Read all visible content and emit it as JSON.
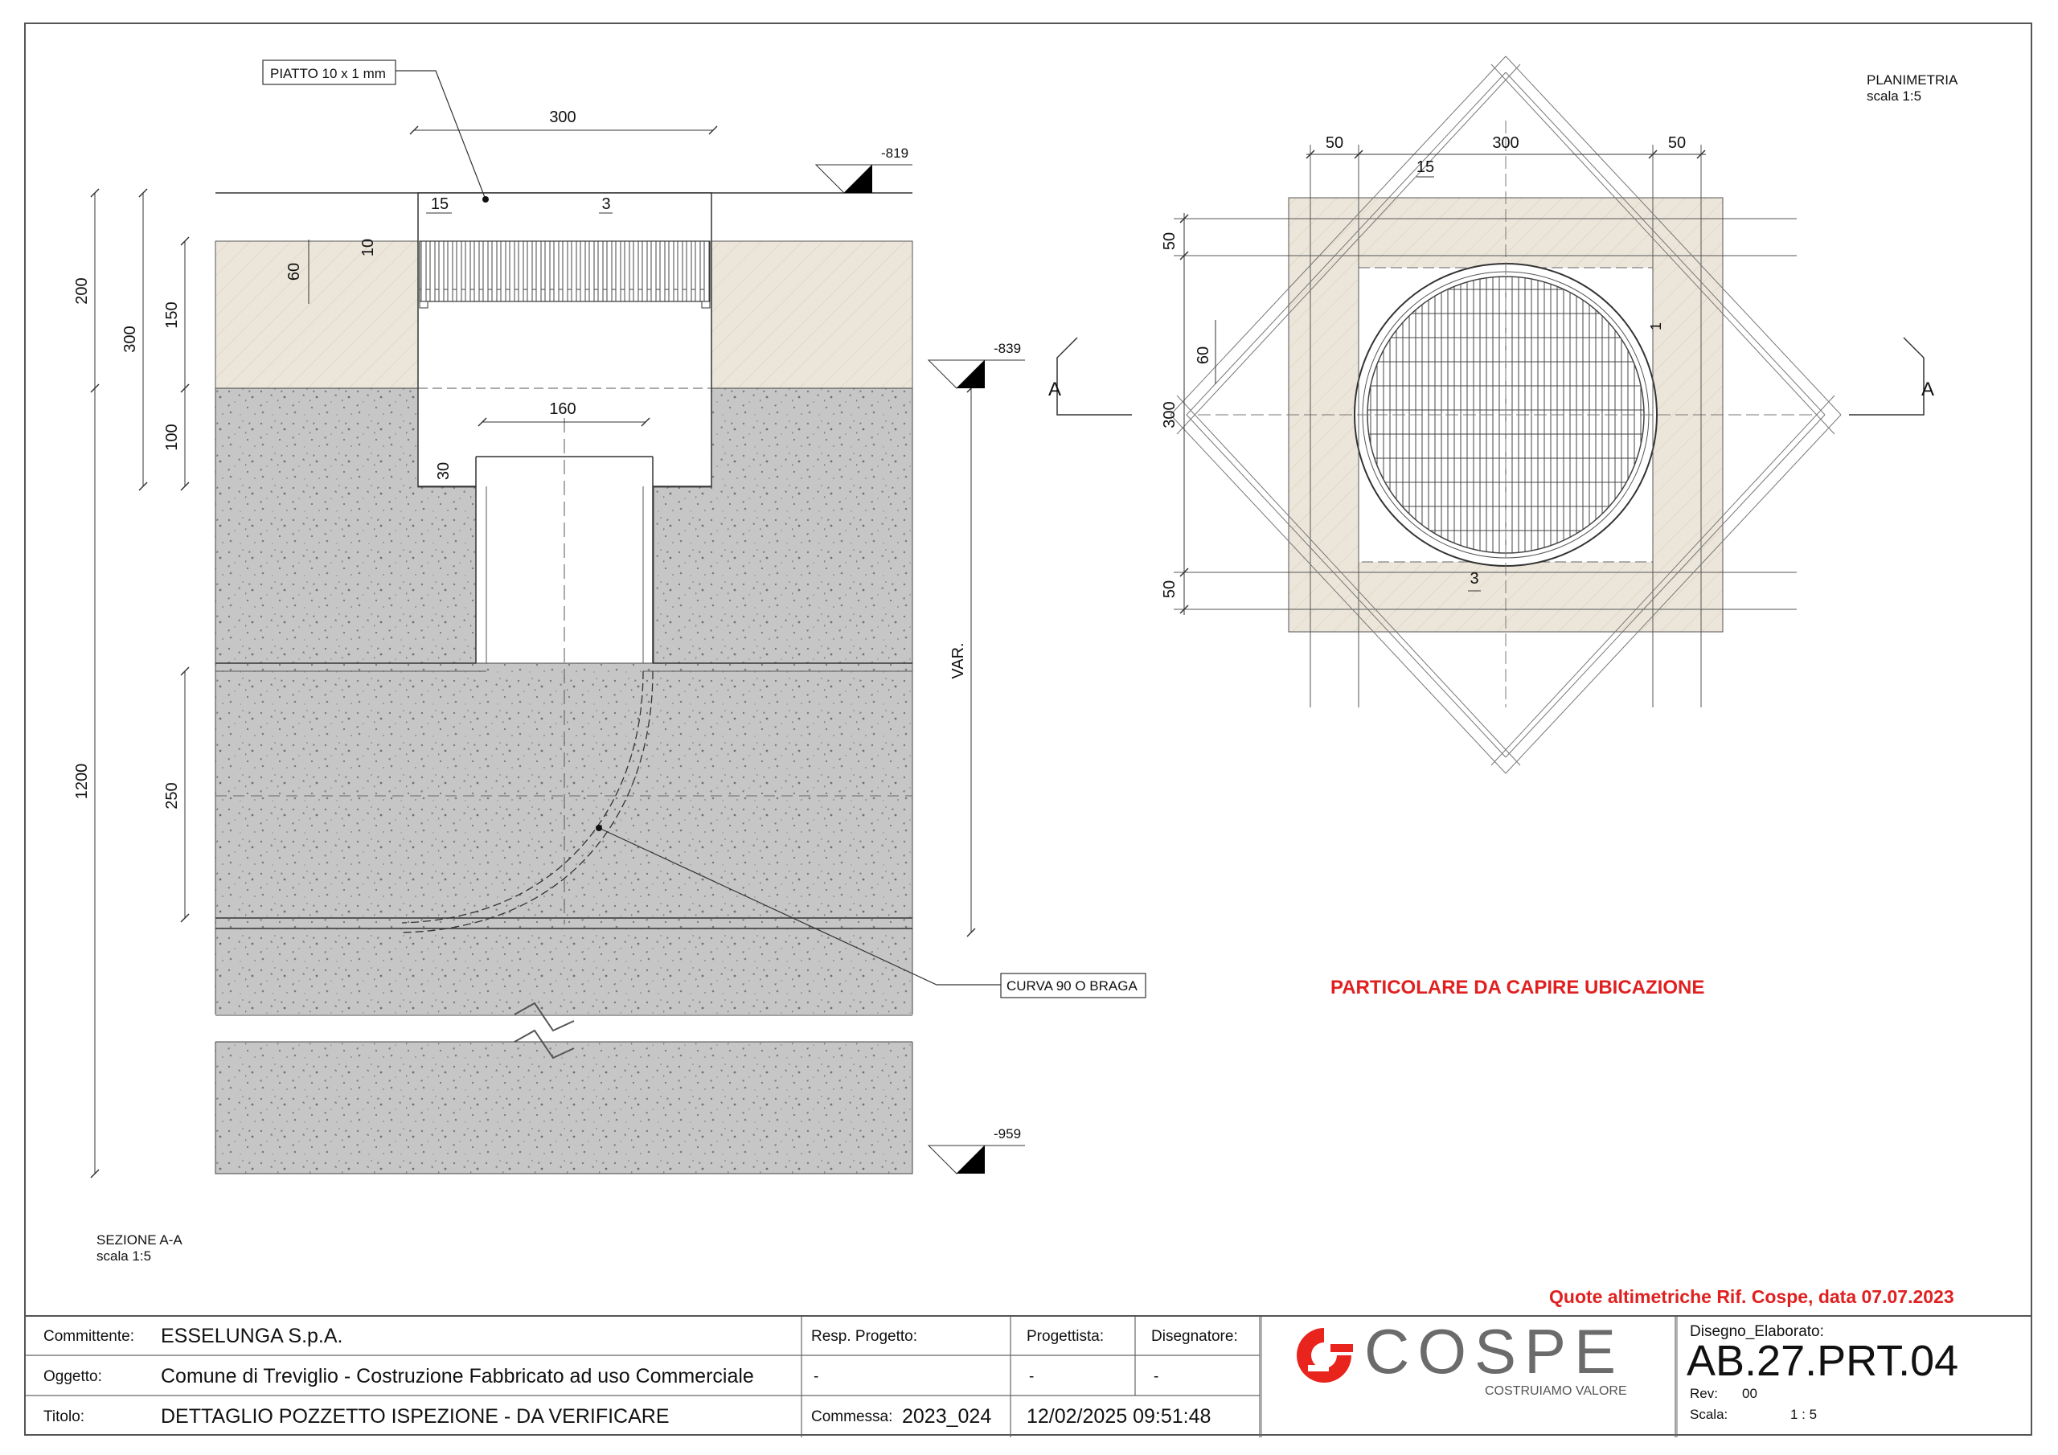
{
  "section": {
    "callout_top": "PIATTO 10 x 1 mm",
    "callout_bottom": "CURVA 90 O BRAGA",
    "title": "SEZIONE A-A",
    "scale": "scala 1:5",
    "dims": {
      "d300_top": "300",
      "d15": "15",
      "d3": "3",
      "d10": "10",
      "d60": "60",
      "d160": "160",
      "d30": "30",
      "dvar": "VAR.",
      "left_200": "200",
      "left_300": "300",
      "left_150": "150",
      "left_100": "100",
      "left_1200": "1200",
      "left_250": "250"
    },
    "levels": [
      "-819",
      "-839",
      "-959"
    ]
  },
  "plan": {
    "title": "PLANIMETRIA",
    "scale": "scala 1:5",
    "section_mark": "A",
    "dims": {
      "top_50a": "50",
      "top_300": "300",
      "top_50b": "50",
      "top_15": "15",
      "left_50a": "50",
      "left_60": "60",
      "left_300": "300",
      "left_50b": "50",
      "d1": "1",
      "d3": "3"
    }
  },
  "notes": {
    "location": "PARTICOLARE DA CAPIRE UBICAZIONE",
    "levels_ref": "Quote altimetriche Rif. Cospe, data 07.07.2023"
  },
  "title_block": {
    "committente_label": "Committente:",
    "committente": "ESSELUNGA S.p.A.",
    "oggetto_label": "Oggetto:",
    "oggetto": "Comune di Treviglio - Costruzione Fabbricato ad uso Commerciale",
    "titolo_label": "Titolo:",
    "titolo": "DETTAGLIO POZZETTO ISPEZIONE - DA VERIFICARE",
    "resp_label": "Resp. Progetto:",
    "resp_value": "-",
    "progettista_label": "Progettista:",
    "progettista_value": "-",
    "disegnatore_label": "Disegnatore:",
    "disegnatore_value": "-",
    "commessa_label": "Commessa:",
    "commessa": "2023_024",
    "date": "12/02/2025 09:51:48",
    "logo": "COSPE",
    "slogan": "COSTRUIAMO VALORE",
    "elaborato_label": "Disegno_Elaborato:",
    "elaborato": "AB.27.PRT.04",
    "rev_label": "Rev:",
    "rev": "00",
    "scala_label": "Scala:",
    "scala": "1 : 5"
  },
  "colors": {
    "accent_red": "#e02020",
    "soil": "#ece6da",
    "concrete": "#c9c9c9",
    "logo_red": "#e8241c",
    "logo_grey": "#6b6b6b"
  }
}
